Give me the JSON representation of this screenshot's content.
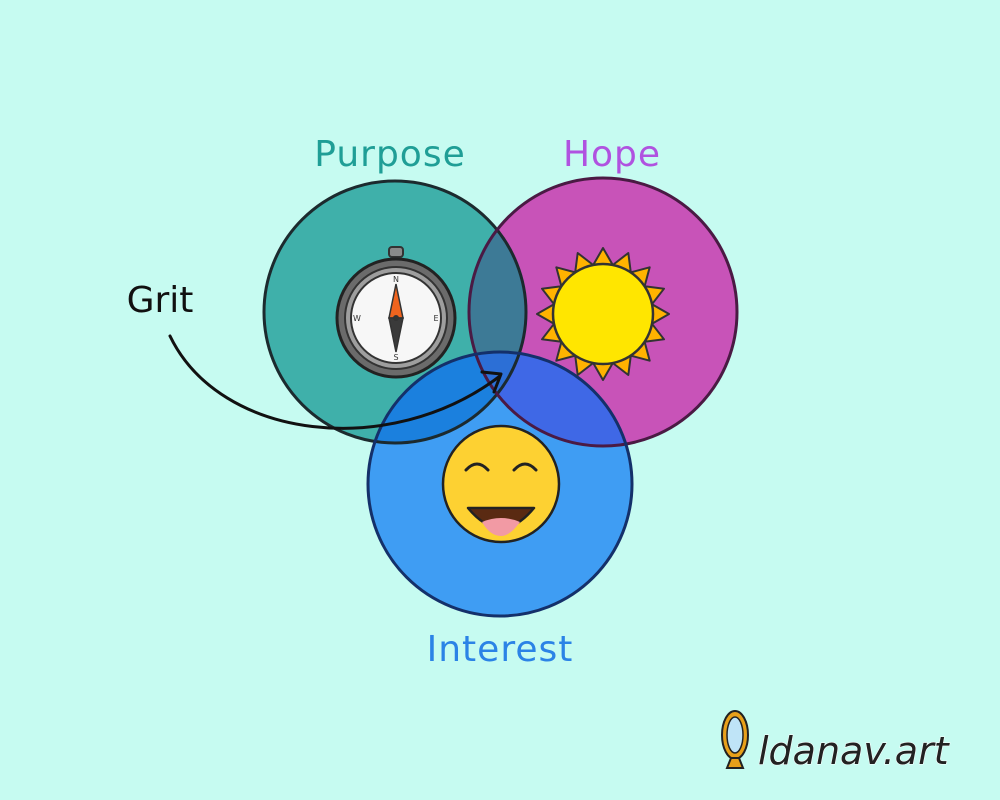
{
  "diagram": {
    "labels": {
      "purpose": "Purpose",
      "hope": "Hope",
      "interest": "Interest",
      "grit": "Grit"
    },
    "colors": {
      "background": "#c6fbf1",
      "purpose_fill": "#3fb0aa",
      "purpose_text": "#1f9e96",
      "hope_fill": "#c853b8",
      "hope_text": "#b052e0",
      "interest_fill": "#3f9df3",
      "interest_text": "#2b83e6",
      "overlap_purpose_hope": "#3d7a96",
      "overlap_purpose_interest": "#1b80de",
      "overlap_hope_interest": "#3f68e6",
      "sun": "#ffe600",
      "face": "#fdd132"
    },
    "icons": {
      "purpose": "compass-icon",
      "hope": "sun-icon",
      "interest": "smiley-face-icon",
      "brand": "mirror-icon"
    }
  },
  "brand": {
    "text": "ldanav.art"
  }
}
